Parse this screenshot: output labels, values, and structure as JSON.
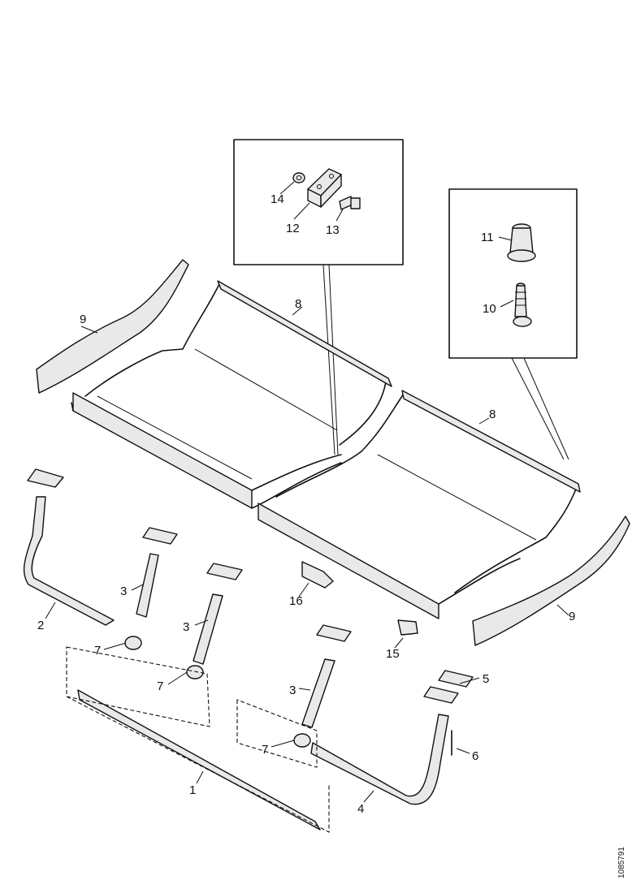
{
  "callouts": {
    "c1": "1",
    "c2": "2",
    "c3a": "3",
    "c3b": "3",
    "c3c": "3",
    "c4": "4",
    "c5": "5",
    "c6": "6",
    "c7a": "7",
    "c7b": "7",
    "c7c": "7",
    "c8a": "8",
    "c8b": "8",
    "c9a": "9",
    "c9b": "9",
    "c10": "10",
    "c11": "11",
    "c12": "12",
    "c13": "13",
    "c14": "14",
    "c15": "15",
    "c16": "16"
  },
  "reference_number": "1085791"
}
